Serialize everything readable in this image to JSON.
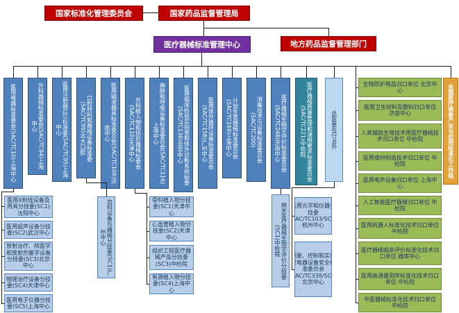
{
  "header": {
    "sac": "国家标准化管理委员会",
    "nmpa": "国家药品监督管理局",
    "device_center": "医疗器械标准管理中心",
    "local": "地方药品监督管理部门"
  },
  "columns": [
    "医用电器标准委会(SAC/TC10)上海中心",
    "外科器械标准委会(SAC/TC94)上海中心",
    "医用注射器(针)标准委(SAC/TC95)上海中心",
    "口腔材料和器械设备标准委(SAC/TC99)北大口腔",
    "医用输液器具标准委员会(SAC/TC106)济南中心",
    "外科植入物和矫形器械标委会(SAC/TC110)天津中心",
    "麻醉和呼吸设备标准委员会(SAC/TC116)上海中心",
    "医用临床检验实验室和体外诊断系统标委(SAC/TC136)北京中心",
    "医用体外循环设备标准委员会(SAC/TC158)广州中心",
    "计划生育器械标准委员会(SAC/TC169)上海中心",
    "消毒技术与设备标准委员会(SAC/TC200)",
    "医疗器械生物学评价标准委员会(SAC/TC248)济南中心",
    "医疗器械质量管理和通用要求标准委员会(SAC/TC221)中检院",
    "总医委在行业外"
  ],
  "sub_tc10": [
    "医用X射线设备及用具分技委(SC1)沈阳中心",
    "医用超声设备分技委(SC2)武汉中心",
    "放射治疗、核医学和放射剂量学设备分技委(SC3)北京中心",
    "物理治疗设备分技委(SC4)天津中心",
    "医用电子仪器分技委(SC5)上海中心"
  ],
  "sub_tc99": "齿科设备与器械分技委(SC1)广州中心",
  "sub_tc110": [
    "骨科植入物分技委(SC1)天津中心",
    "心血管植入物分技委(SC2)天津中心",
    "组织工程医疗器械产品分技委(SC3)中检院",
    "有源植入物分技委(SC4)上海中心"
  ],
  "sub_tc248": "纳米医疗器械生物学评价分技委(SC1)中检院",
  "sub_external": [
    "医用光学和仪器分技委(SAC/TC103/SC1)杭州中心",
    "测量、控制和实验室电器设备安全标准委员会(SAC/TC338/SC1)北京中心"
  ],
  "units": [
    "生物防护用品归口单位 北京中心",
    "医用卫生材料及敷料归口单位 济南中心",
    "人类辅助生殖技术用医疗器械技术归口单位 中检院",
    "医用增材制造技术归口单位 中检院",
    "医用电声设备归口单位 上海中心",
    "人工智能医疗器械归口单位 中检院",
    "医用机器人标准化技术归口单位 中检院",
    "医疗器械临床评价标准化技术归口单位 器审中心",
    "医用高通量测序标准化技术归口单位 中检院",
    "中医器械标准化技术归口单位 中检院"
  ],
  "workgroup": "全国医疗装备产业与应用标准化工作组",
  "colors": {
    "red": "#C00000",
    "purple": "#7030A0",
    "blue": "#4F81BD",
    "teal": "#31849B",
    "pale_blue": "#BDD7EE",
    "sub_blue": "#B7CDE8",
    "green": "#9BBB59",
    "orange": "#E2A23B",
    "line": "#1A1A1A"
  }
}
